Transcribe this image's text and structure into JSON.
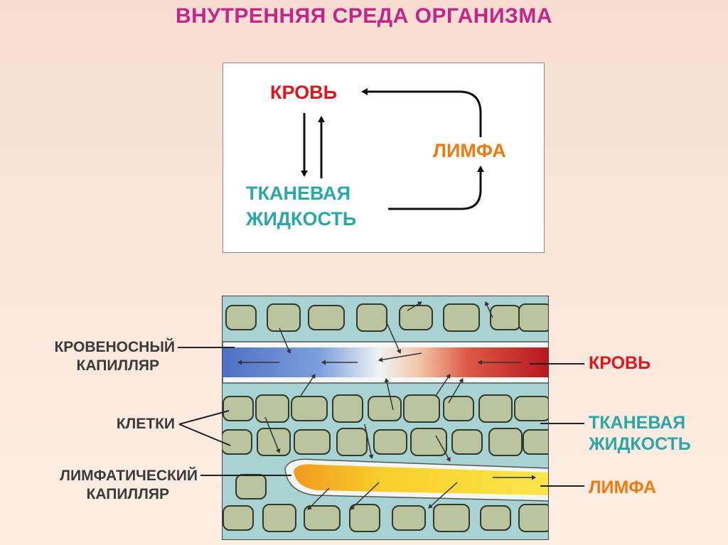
{
  "title": "ВНУТРЕННЯЯ СРЕДА ОРГАНИЗМА",
  "colors": {
    "title": "#c2268a",
    "blood": "#e0161e",
    "tissue": "#2aa7a6",
    "lymph": "#f07a10",
    "label_dark": "#3a3a3a"
  },
  "scheme": {
    "blood": "КРОВЬ",
    "lymph": "ЛИМФА",
    "tissue_line1": "ТКАНЕВАЯ",
    "tissue_line2": "ЖИДКОСТЬ"
  },
  "figure": {
    "left_labels": {
      "blood_capillary_line1": "КРОВЕНОСНЫЙ",
      "blood_capillary_line2": "КАПИЛЛЯР",
      "cells": "КЛЕТКИ",
      "lymph_capillary_line1": "ЛИМФАТИЧЕСКИЙ",
      "lymph_capillary_line2": "КАПИЛЛЯР"
    },
    "right_labels": {
      "blood": "КРОВЬ",
      "tissue_line1": "ТКАНЕВАЯ",
      "tissue_line2": "ЖИДКОСТЬ",
      "lymph": "ЛИМФА"
    }
  }
}
